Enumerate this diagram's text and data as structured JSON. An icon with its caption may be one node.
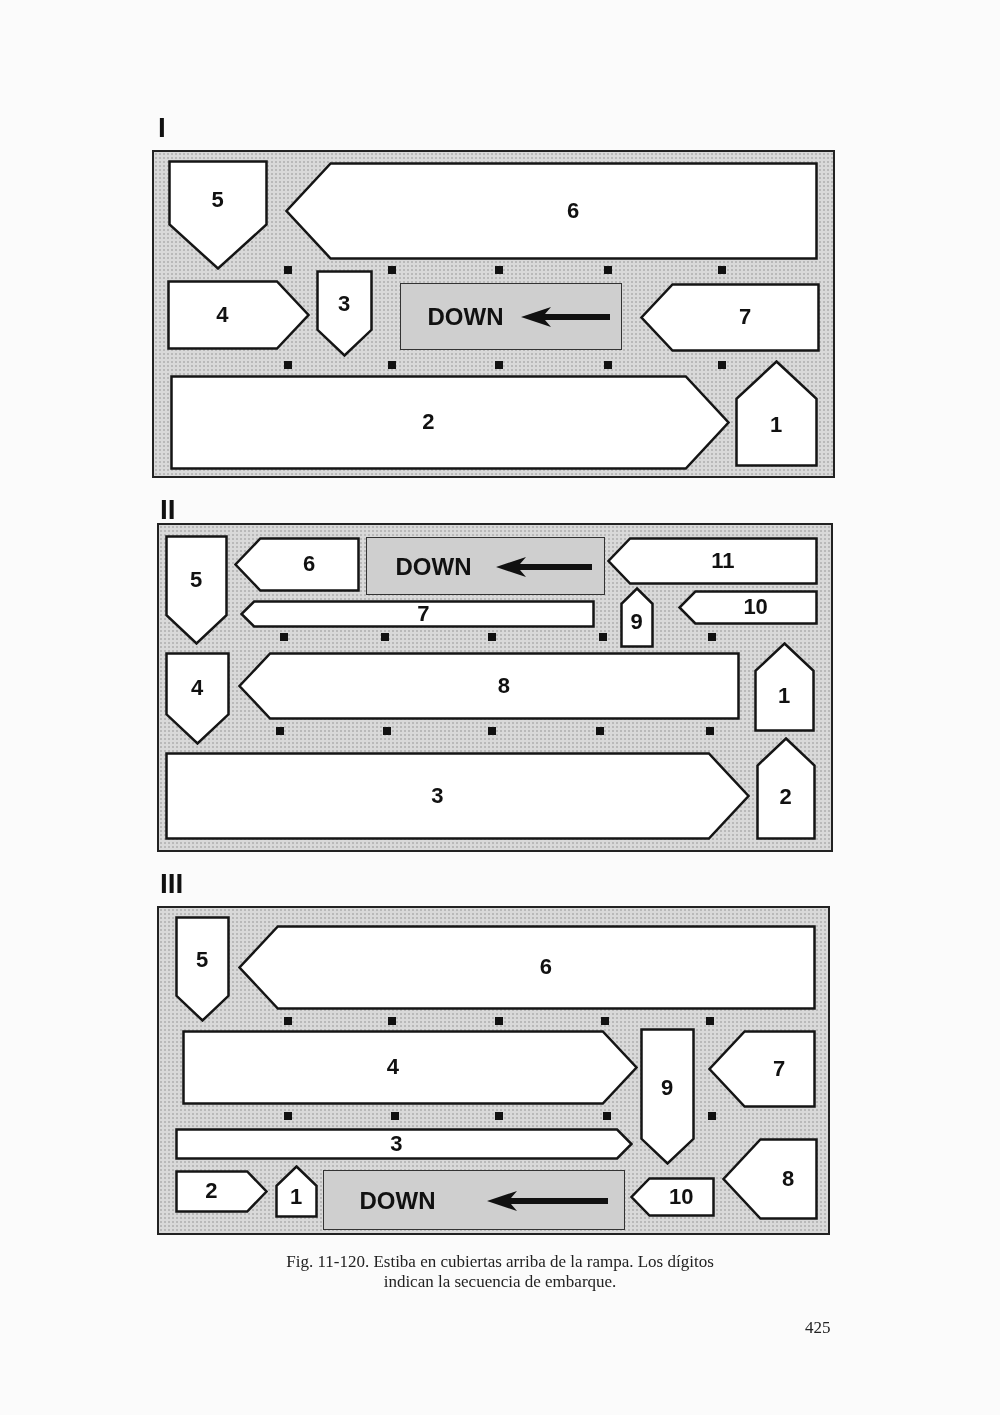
{
  "diagram": {
    "caption": "Fig. 11-120. Estiba en cubiertas arriba de la rampa. Los dígitos indican la secuencia de embarque.",
    "nodes": [
      {
        "text": [
          "I"
        ]
      },
      {
        "text": [
          "5"
        ],
        "in": 0
      },
      {
        "text": [
          "6"
        ],
        "in": 0
      },
      {
        "text": [
          "4"
        ],
        "in": 0
      },
      {
        "text": [
          "3"
        ],
        "in": 0
      },
      {
        "text": [
          "DOWN"
        ],
        "in": 0
      },
      {
        "text": [
          "7"
        ],
        "in": 0
      },
      {
        "text": [
          "2"
        ],
        "in": 0
      },
      {
        "text": [
          "1"
        ],
        "in": 0
      },
      {
        "text": [
          "II"
        ]
      },
      {
        "text": [
          "5"
        ],
        "in": 9
      },
      {
        "text": [
          "6"
        ],
        "in": 9
      },
      {
        "text": [
          "DOWN"
        ],
        "in": 9
      },
      {
        "text": [
          "11"
        ],
        "in": 9
      },
      {
        "text": [
          "7"
        ],
        "in": 9
      },
      {
        "text": [
          "9"
        ],
        "in": 9
      },
      {
        "text": [
          "10"
        ],
        "in": 9
      },
      {
        "text": [
          "4"
        ],
        "in": 9
      },
      {
        "text": [
          "8"
        ],
        "in": 9
      },
      {
        "text": [
          "1"
        ],
        "in": 9
      },
      {
        "text": [
          "3"
        ],
        "in": 9
      },
      {
        "text": [
          "2"
        ],
        "in": 9
      },
      {
        "text": [
          "III"
        ]
      },
      {
        "text": [
          "5"
        ],
        "in": 22
      },
      {
        "text": [
          "6"
        ],
        "in": 22
      },
      {
        "text": [
          "4"
        ],
        "in": 22
      },
      {
        "text": [
          "9"
        ],
        "in": 22
      },
      {
        "text": [
          "7"
        ],
        "in": 22
      },
      {
        "text": [
          "3"
        ],
        "in": 22
      },
      {
        "text": [
          "2"
        ],
        "in": 22
      },
      {
        "text": [
          "1"
        ],
        "in": 22
      },
      {
        "text": [
          "DOWN"
        ],
        "in": 22
      },
      {
        "text": [
          "10"
        ],
        "in": 22
      },
      {
        "text": [
          "8"
        ],
        "in": 22
      }
    ],
    "labels": [
      "425"
    ]
  }
}
